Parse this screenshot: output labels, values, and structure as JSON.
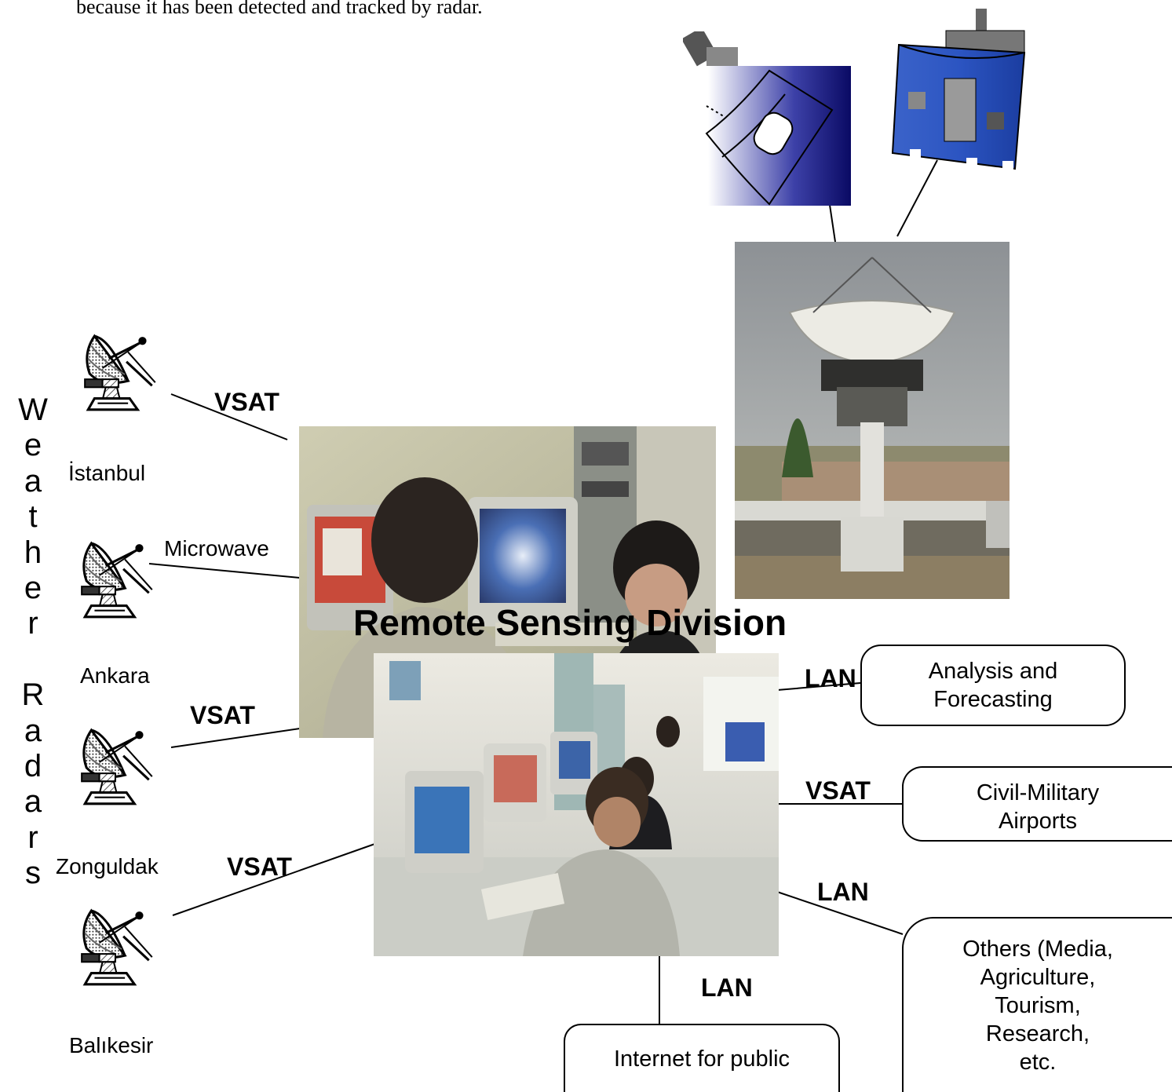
{
  "caption_text": "because it has been detected and tracked by radar.",
  "vertical_label": [
    "W",
    "e",
    "a",
    "t",
    "h",
    "e",
    "r",
    "",
    "R",
    "a",
    "d",
    "a",
    "r",
    "s"
  ],
  "cities": {
    "istanbul": "İstanbul",
    "ankara": "Ankara",
    "zonguldak": "Zonguldak",
    "balikesir": "Balıkesir"
  },
  "links": {
    "istanbul": "VSAT",
    "ankara": "Microwave",
    "zonguldak": "VSAT",
    "balikesir": "VSAT",
    "analysis": "LAN",
    "airports": "VSAT",
    "others": "LAN",
    "internet": "LAN"
  },
  "title": "Remote Sensing Division",
  "boxes": {
    "analysis": [
      "Analysis and",
      "Forecasting"
    ],
    "airports": [
      "Civil-Military",
      "Airports"
    ],
    "others": [
      "Others (Media,",
      "Agriculture,",
      "Tourism,",
      "Research,",
      "etc."
    ],
    "internet": "Internet for public"
  },
  "icons": {
    "radar_antenna": "radar-dish-icon",
    "satellite_left": "satellite-panel-icon",
    "satellite_right": "satellite-drum-icon",
    "ground_station": "ground-station-dish-photo",
    "control_room": "operators-at-monitors-photo",
    "forecast_room": "forecasters-at-workstations-photo"
  }
}
